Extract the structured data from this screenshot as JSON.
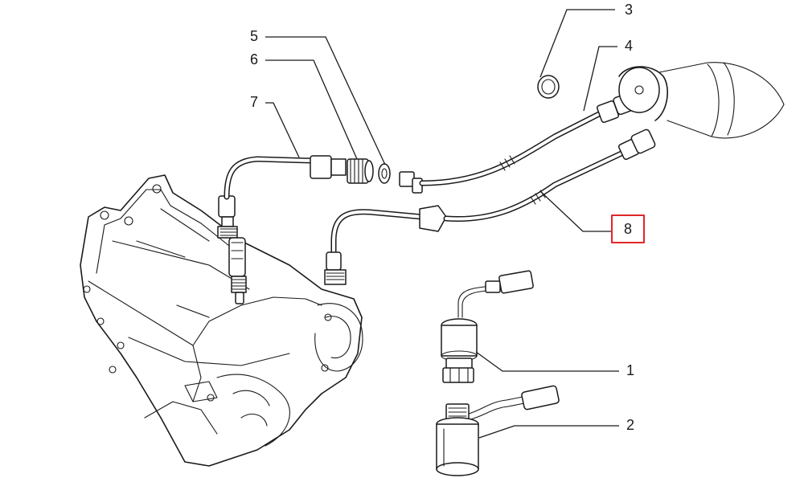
{
  "callouts": [
    {
      "id": "1",
      "label": "1"
    },
    {
      "id": "2",
      "label": "2"
    },
    {
      "id": "3",
      "label": "3"
    },
    {
      "id": "4",
      "label": "4"
    },
    {
      "id": "5",
      "label": "5"
    },
    {
      "id": "6",
      "label": "6"
    },
    {
      "id": "7",
      "label": "7"
    },
    {
      "id": "8",
      "label": "8"
    }
  ],
  "highlight": {
    "callout": "8",
    "color": "#e0262a"
  },
  "parts": [
    "gearbox-housing",
    "speedometer-cable",
    "speed-sensor",
    "pulse-generator",
    "drive-gear",
    "seal-ring",
    "plug",
    "instrument-cluster"
  ]
}
